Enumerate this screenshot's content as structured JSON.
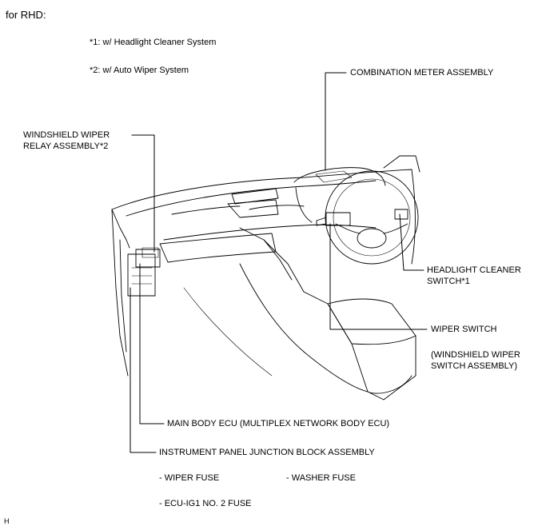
{
  "heading": "for RHD:",
  "notes": [
    "*1: w/ Headlight Cleaner System",
    "*2: w/ Auto Wiper System"
  ],
  "labels": {
    "combination_meter": "COMBINATION METER ASSEMBLY",
    "wiper_relay_line1": "WINDSHIELD WIPER",
    "wiper_relay_line2": "RELAY ASSEMBLY*2",
    "headlight_cleaner_line1": "HEADLIGHT CLEANER",
    "headlight_cleaner_line2": "SWITCH*1",
    "wiper_switch": "WIPER SWITCH",
    "wiper_switch_assy_line1": "(WINDSHIELD WIPER",
    "wiper_switch_assy_line2": "SWITCH ASSEMBLY)",
    "main_body_ecu": "MAIN BODY ECU (MULTIPLEX NETWORK BODY ECU)",
    "junction_block": "INSTRUMENT PANEL JUNCTION BLOCK ASSEMBLY"
  },
  "fuses": [
    "- WIPER FUSE",
    "- WASHER FUSE",
    "- ECU-IG1 NO. 2 FUSE"
  ],
  "corner_mark": "H"
}
